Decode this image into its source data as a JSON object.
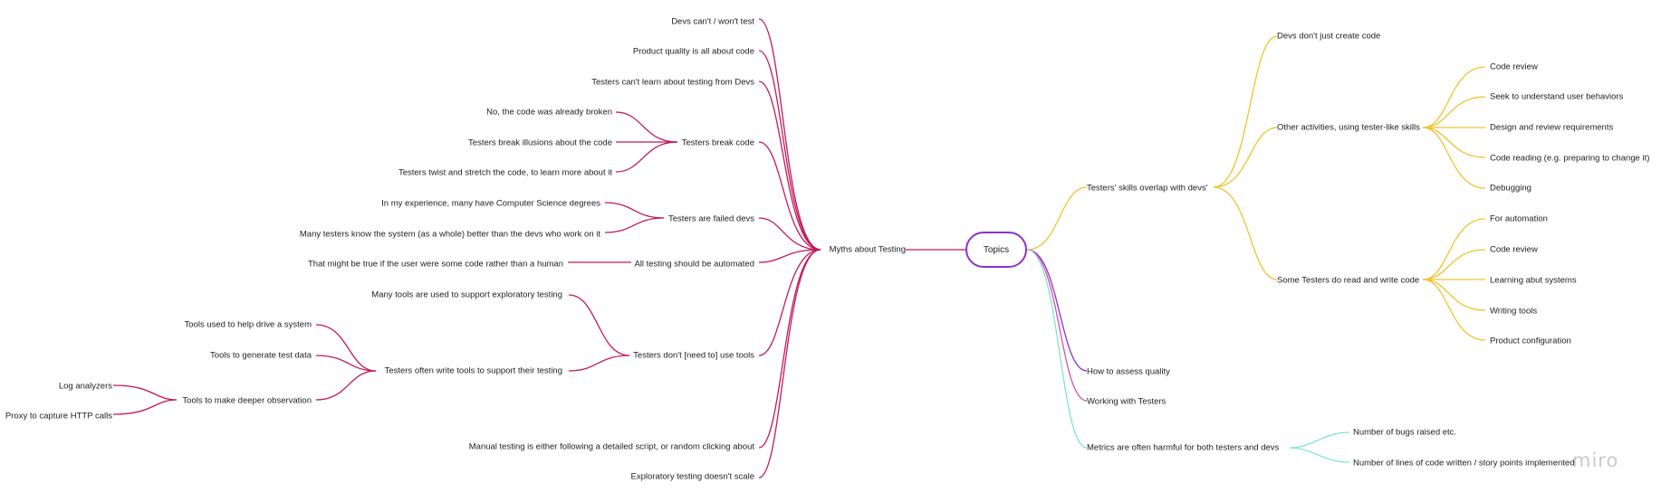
{
  "center": "Topics",
  "myths": {
    "root": "Myths about Testing",
    "devs_cant_test": "Devs can't / won't test",
    "product_quality": "Product quality is all about code",
    "testers_cant_learn": "Testers can't learn about testing from Devs",
    "break_code": {
      "label": "Testers break code",
      "c1": "No, the code was already broken",
      "c2": "Testers break illusions about the code",
      "c3": "Testers twist and stretch the code, to learn more about it"
    },
    "failed_devs": {
      "label": "Testers are failed devs",
      "c1": "In my experience, many have Computer Science degrees",
      "c2": "Many testers know the system (as a whole) better than the devs who work on it"
    },
    "automated": {
      "label": "All testing should be automated",
      "c1": "That might be true if the user were some code rather than a human"
    },
    "tools": {
      "label": "Testers don't [need to] use tools",
      "c1": "Many tools are used to support exploratory testing",
      "write": {
        "label": "Testers often write tools to support their testing",
        "t1": "Tools used to help drive a system",
        "t2": "Tools to generate test data",
        "observe": {
          "label": "Tools to make deeper observation",
          "o1": "Log analyzers",
          "o2": "Proxy to capture HTTP calls"
        }
      }
    },
    "manual": "Manual testing is either following a detailed script, or random clicking about",
    "exploratory": "Exploratory testing doesn't scale"
  },
  "skills": {
    "root": "Testers' skills overlap with devs'",
    "devs_dont_just": "Devs don't just create code",
    "other": {
      "label": "Other activities, using tester-like skills",
      "c1": "Code review",
      "c2": "Seek to understand user behaviors",
      "c3": "Design and review requirements",
      "c4": "Code reading (e.g. preparing to change it)",
      "c5": "Debugging"
    },
    "some": {
      "label": "Some Testers do read and write code",
      "c1": "For automation",
      "c2": "Code review",
      "c3": "Learning abut systems",
      "c4": "Writing tools",
      "c5": "Product configuration"
    }
  },
  "assess": "How to assess quality",
  "working": "Working with Testers",
  "metrics": {
    "root": "Metrics are often harmful for both testers and devs",
    "c1": "Number of bugs raised etc.",
    "c2": "Number of lines of code written / story points implemented"
  },
  "colors": {
    "myths": "#c2185b",
    "skills": "#f2c12e",
    "purple": "#8a33cc",
    "pink": "#d94fa8",
    "teal": "#7fe3d6"
  },
  "logo": "miro"
}
